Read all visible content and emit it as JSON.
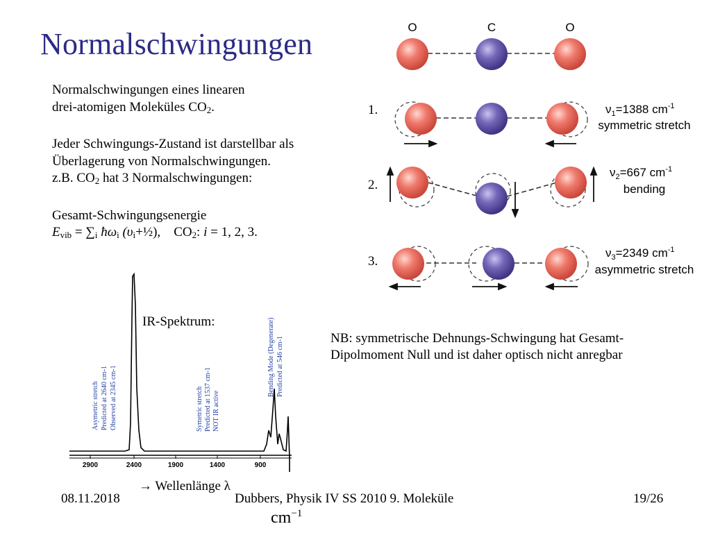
{
  "title": "Normalschwingungen",
  "text": {
    "line1": "Normalschwingungen eines linearen",
    "line2_pre": "drei-atomigen Moleküles CO",
    "line2_sub": "2",
    "line2_post": ".",
    "line3": "Jeder Schwingungs-Zustand ist darstellbar als",
    "line4": "Überlagerung von Normalschwingungen.",
    "line5_pre": "z.B. CO",
    "line5_sub": "2",
    "line5_post": " hat 3 Normalschwingungen:",
    "line6": "Gesamt-Schwingungsenergie",
    "formula_E": "E",
    "formula_vib": "vib",
    "formula_mid": " = ∑",
    "formula_i_sub": "i",
    "formula_hw": " ħω",
    "formula_i2_sub": "i",
    "formula_paren_open": " (υ",
    "formula_i3_sub": "i",
    "formula_paren_close": "+½),",
    "formula_co": "CO",
    "formula_co_sub": "2",
    "formula_colon": ":",
    "formula_i": "i",
    "formula_vals": " = 1, 2, 3."
  },
  "molecule": {
    "atoms": [
      "O",
      "C",
      "O"
    ],
    "modes": [
      {
        "index": "1.",
        "freq_pre": "ν",
        "freq_sub": "1",
        "freq_val": "=1388 cm",
        "freq_sup": "-1",
        "name": "symmetric stretch"
      },
      {
        "index": "2.",
        "freq_pre": "ν",
        "freq_sub": "2",
        "freq_val": "=667 cm",
        "freq_sup": "-1",
        "name": "bending"
      },
      {
        "index": "3.",
        "freq_pre": "ν",
        "freq_sub": "3",
        "freq_val": "=2349 cm",
        "freq_sup": "-1",
        "name": "asymmetric stretch"
      }
    ]
  },
  "spectrum": {
    "label": "IR-Spektrum:",
    "ticks": [
      "2900",
      "2400",
      "1900",
      "1400",
      "900"
    ],
    "annotations": {
      "asym": [
        "Asymetric stretch",
        "Predicted at 2640 cm-1",
        "Observed at 2345 cm-1"
      ],
      "sym": [
        "Symetric stretch",
        "Predicted at 1537 cm-1",
        "NOT IR active"
      ],
      "bend": [
        "Bending Mode (Degenerate)",
        "Predicted at 546 cm-1"
      ]
    }
  },
  "nb": {
    "line1": "NB: symmetrische Dehnungs-Schwingung hat Gesamt-",
    "line2": "Dipolmoment Null und ist daher optisch nicht anregbar"
  },
  "wavelength": "→ Wellenlänge λ",
  "unit_base": "cm",
  "unit_sup": "−1",
  "footer": {
    "date": "08.11.2018",
    "center": "Dubbers, Physik IV SS 2010 9. Moleküle",
    "page": "19/26"
  },
  "colors": {
    "title": "#2b2b86",
    "oxygen": "#e8665a",
    "carbon": "#6a5fa8",
    "annotation": "#1f3fa0"
  }
}
